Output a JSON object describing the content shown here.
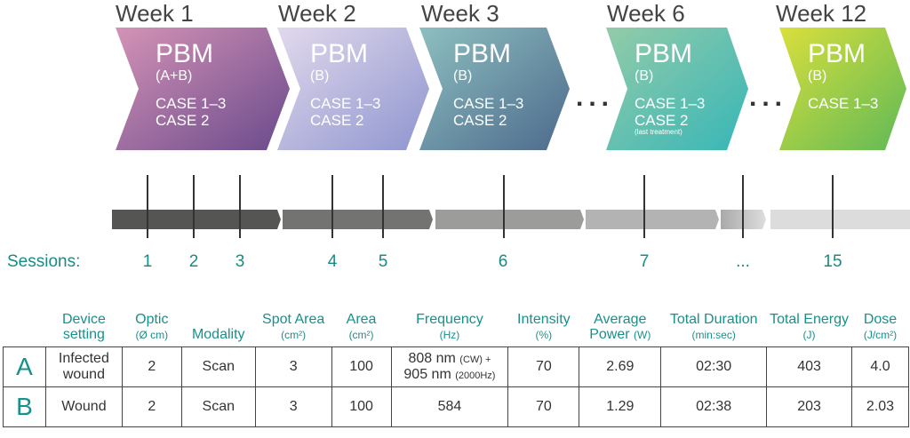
{
  "weeks": [
    {
      "label": "Week 1",
      "title": "PBM",
      "protocol": "(A+B)",
      "cases": [
        "CASE 1–3",
        "CASE 2"
      ],
      "note": "",
      "colors": [
        "#d493b6",
        "#6a4a8c"
      ]
    },
    {
      "label": "Week 2",
      "title": "PBM",
      "protocol": "(B)",
      "cases": [
        "CASE 1–3",
        "CASE 2"
      ],
      "note": "",
      "colors": [
        "#ddd3ea",
        "#8e95cf"
      ]
    },
    {
      "label": "Week 3",
      "title": "PBM",
      "protocol": "(B)",
      "cases": [
        "CASE 1–3",
        "CASE 2"
      ],
      "note": "",
      "colors": [
        "#8dbfc0",
        "#4d6a8c"
      ]
    },
    {
      "label": "Week 6",
      "title": "PBM",
      "protocol": "(B)",
      "cases": [
        "CASE 1–3",
        "CASE 2"
      ],
      "note": "(last treatment)",
      "colors": [
        "#93cba9",
        "#37b6b7"
      ]
    },
    {
      "label": "Week 12",
      "title": "PBM",
      "protocol": "(B)",
      "cases": [
        "CASE 1–3"
      ],
      "note": "",
      "colors": [
        "#d9df3c",
        "#5fb957"
      ]
    }
  ],
  "ellipsis": "...",
  "sessions_label": "Sessions:",
  "sessions": [
    "1",
    "2",
    "3",
    "4",
    "5",
    "6",
    "7",
    "...",
    "15"
  ],
  "table": {
    "headers": [
      {
        "main": "Device setting",
        "unit": ""
      },
      {
        "main": "Optic",
        "unit": "(Ø cm)"
      },
      {
        "main": "Modality",
        "unit": ""
      },
      {
        "main": "Spot Area",
        "unit": "(cm²)"
      },
      {
        "main": "Area",
        "unit": "(cm²)"
      },
      {
        "main": "Frequency",
        "unit": "(Hz)"
      },
      {
        "main": "Intensity",
        "unit": "(%)"
      },
      {
        "main": "Average Power",
        "unit": "(W)"
      },
      {
        "main": "Total Duration",
        "unit": "(min:sec)"
      },
      {
        "main": "Total Energy",
        "unit": "(J)"
      },
      {
        "main": "Dose",
        "unit": "(J/cm²)"
      }
    ],
    "rows": [
      {
        "label": "A",
        "setting": "Infected wound",
        "optic": "2",
        "modality": "Scan",
        "spot_area": "3",
        "area": "100",
        "freq_line1": "808 nm",
        "freq_line1_note": "(CW) +",
        "freq_line2": "905 nm",
        "freq_line2_note": "(2000Hz)",
        "intensity": "70",
        "avg_power": "2.69",
        "duration": "02:30",
        "energy": "403",
        "dose": "4.0"
      },
      {
        "label": "B",
        "setting": "Wound",
        "optic": "2",
        "modality": "Scan",
        "spot_area": "3",
        "area": "100",
        "frequency": "584",
        "intensity": "70",
        "avg_power": "1.29",
        "duration": "02:38",
        "energy": "203",
        "dose": "2.03"
      }
    ]
  }
}
